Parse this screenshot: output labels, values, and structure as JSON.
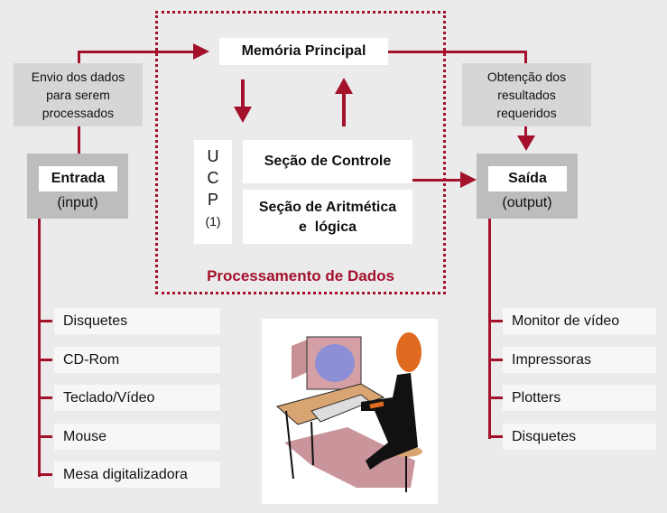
{
  "memory": "Memória Principal",
  "send": "Envio dos dados para serem processados",
  "obtain": "Obtenção dos resultados requeridos",
  "input": {
    "title": "Entrada",
    "sub": "(input)"
  },
  "output": {
    "title": "Saída",
    "sub": "(output)"
  },
  "ucp": {
    "u": "U",
    "c": "C",
    "p": "P",
    "n": "(1)"
  },
  "control": "Seção de Controle",
  "alu_1": "Seção de Aritmética",
  "alu_2": "e  lógica",
  "processing": "Processamento de Dados",
  "input_devices": [
    "Disquetes",
    "CD-Rom",
    "Teclado/Vídeo",
    "Mouse",
    "Mesa digitalizadora"
  ],
  "output_devices": [
    "Monitor de vídeo",
    "Impressoras",
    "Plotters",
    "Disquetes"
  ],
  "colors": {
    "accent": "#a3112b"
  }
}
